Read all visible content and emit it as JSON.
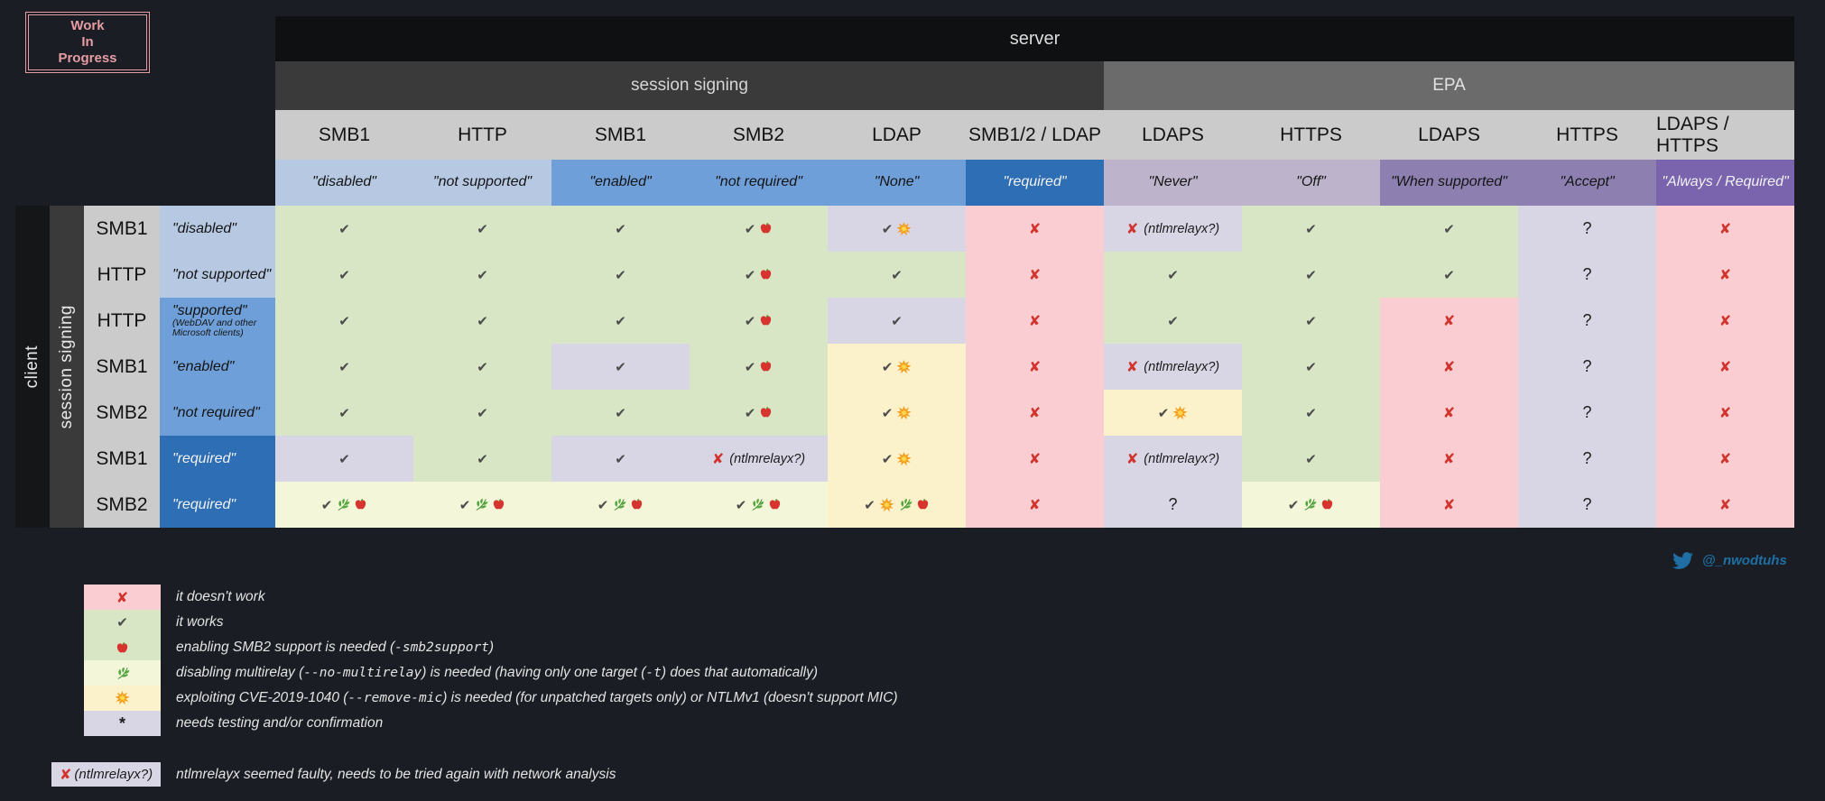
{
  "colors": {
    "page_bg": "#1a1e24",
    "header_black": "#0f1011",
    "group_dark": "#3a3a3a",
    "group_mid": "#6b6b6b",
    "proto_gray": "#cbcbcb",
    "client_black": "#141617",
    "blue_light": "#b7c9e2",
    "blue_mid": "#6f9fd8",
    "blue_dark": "#2e6eb5",
    "purple_light": "#bdb4cc",
    "purple_mid": "#8d80b0",
    "purple_dark": "#7b64ae",
    "ok": "#d8e6c6",
    "no": "#f9cdd1",
    "test": "#d8d5e5",
    "cve": "#fbf1ca",
    "multi": "#f3f6d8",
    "check": "#4c4c4c",
    "cross": "#d0342c",
    "wip": "#e79ca4",
    "twitter": "#1f6fa5",
    "text_light": "#e3e3e3"
  },
  "icons": {
    "check": "✔",
    "cross": "✘",
    "question": "?",
    "asterisk": "*"
  },
  "badge": {
    "lines": [
      "Work",
      "In",
      "Progress"
    ]
  },
  "chart_data": {
    "type": "table",
    "title": "server",
    "row_axis_labels": [
      "client",
      "session signing"
    ],
    "col_groups": [
      {
        "label": "session signing",
        "span": 6
      },
      {
        "label": "EPA",
        "span": 5
      }
    ],
    "columns": [
      {
        "protocol": "SMB1",
        "setting": "\"disabled\"",
        "tone": "blue_light"
      },
      {
        "protocol": "HTTP",
        "setting": "\"not supported\"",
        "tone": "blue_light"
      },
      {
        "protocol": "SMB1",
        "setting": "\"enabled\"",
        "tone": "blue_mid"
      },
      {
        "protocol": "SMB2",
        "setting": "\"not required\"",
        "tone": "blue_mid"
      },
      {
        "protocol": "LDAP",
        "setting": "\"None\"",
        "tone": "blue_mid"
      },
      {
        "protocol": "SMB1/2 / LDAP",
        "setting": "\"required\"",
        "tone": "blue_dark"
      },
      {
        "protocol": "LDAPS",
        "setting": "\"Never\"",
        "tone": "purple_light"
      },
      {
        "protocol": "HTTPS",
        "setting": "\"Off\"",
        "tone": "purple_light"
      },
      {
        "protocol": "LDAPS",
        "setting": "\"When supported\"",
        "tone": "purple_mid"
      },
      {
        "protocol": "HTTPS",
        "setting": "\"Accept\"",
        "tone": "purple_mid"
      },
      {
        "protocol": "LDAPS / HTTPS",
        "setting": "\"Always / Required\"",
        "tone": "purple_dark"
      }
    ],
    "rows": [
      {
        "protocol": "SMB1",
        "setting": "\"disabled\"",
        "tone": "blue_light",
        "cells": [
          {
            "bg": "ok",
            "marks": [
              "check"
            ]
          },
          {
            "bg": "ok",
            "marks": [
              "check"
            ]
          },
          {
            "bg": "ok",
            "marks": [
              "check"
            ]
          },
          {
            "bg": "ok",
            "marks": [
              "check",
              "apple"
            ]
          },
          {
            "bg": "test",
            "marks": [
              "check",
              "boom"
            ]
          },
          {
            "bg": "no",
            "marks": [
              "cross"
            ]
          },
          {
            "bg": "test",
            "marks": [
              "cross"
            ],
            "note": "(ntlmrelayx?)"
          },
          {
            "bg": "ok",
            "marks": [
              "check"
            ]
          },
          {
            "bg": "ok",
            "marks": [
              "check"
            ]
          },
          {
            "bg": "test",
            "marks": [
              "question"
            ]
          },
          {
            "bg": "no",
            "marks": [
              "cross"
            ]
          }
        ]
      },
      {
        "protocol": "HTTP",
        "setting": "\"not supported\"",
        "tone": "blue_light",
        "cells": [
          {
            "bg": "ok",
            "marks": [
              "check"
            ]
          },
          {
            "bg": "ok",
            "marks": [
              "check"
            ]
          },
          {
            "bg": "ok",
            "marks": [
              "check"
            ]
          },
          {
            "bg": "ok",
            "marks": [
              "check",
              "apple"
            ]
          },
          {
            "bg": "ok",
            "marks": [
              "check"
            ]
          },
          {
            "bg": "no",
            "marks": [
              "cross"
            ]
          },
          {
            "bg": "ok",
            "marks": [
              "check"
            ]
          },
          {
            "bg": "ok",
            "marks": [
              "check"
            ]
          },
          {
            "bg": "ok",
            "marks": [
              "check"
            ]
          },
          {
            "bg": "test",
            "marks": [
              "question"
            ]
          },
          {
            "bg": "no",
            "marks": [
              "cross"
            ]
          }
        ]
      },
      {
        "protocol": "HTTP",
        "setting": "\"supported\"",
        "sub": "(WebDAV and other Microsoft clients)",
        "tone": "blue_mid",
        "cells": [
          {
            "bg": "ok",
            "marks": [
              "check"
            ]
          },
          {
            "bg": "ok",
            "marks": [
              "check"
            ]
          },
          {
            "bg": "ok",
            "marks": [
              "check"
            ]
          },
          {
            "bg": "ok",
            "marks": [
              "check",
              "apple"
            ]
          },
          {
            "bg": "test",
            "marks": [
              "check"
            ]
          },
          {
            "bg": "no",
            "marks": [
              "cross"
            ]
          },
          {
            "bg": "ok",
            "marks": [
              "check"
            ]
          },
          {
            "bg": "ok",
            "marks": [
              "check"
            ]
          },
          {
            "bg": "no",
            "marks": [
              "cross"
            ]
          },
          {
            "bg": "test",
            "marks": [
              "question"
            ]
          },
          {
            "bg": "no",
            "marks": [
              "cross"
            ]
          }
        ]
      },
      {
        "protocol": "SMB1",
        "setting": "\"enabled\"",
        "tone": "blue_mid",
        "cells": [
          {
            "bg": "ok",
            "marks": [
              "check"
            ]
          },
          {
            "bg": "ok",
            "marks": [
              "check"
            ]
          },
          {
            "bg": "test",
            "marks": [
              "check"
            ]
          },
          {
            "bg": "ok",
            "marks": [
              "check",
              "apple"
            ]
          },
          {
            "bg": "cve",
            "marks": [
              "check",
              "boom"
            ]
          },
          {
            "bg": "no",
            "marks": [
              "cross"
            ]
          },
          {
            "bg": "test",
            "marks": [
              "cross"
            ],
            "note": "(ntlmrelayx?)"
          },
          {
            "bg": "ok",
            "marks": [
              "check"
            ]
          },
          {
            "bg": "no",
            "marks": [
              "cross"
            ]
          },
          {
            "bg": "test",
            "marks": [
              "question"
            ]
          },
          {
            "bg": "no",
            "marks": [
              "cross"
            ]
          }
        ]
      },
      {
        "protocol": "SMB2",
        "setting": "\"not required\"",
        "tone": "blue_mid",
        "cells": [
          {
            "bg": "ok",
            "marks": [
              "check"
            ]
          },
          {
            "bg": "ok",
            "marks": [
              "check"
            ]
          },
          {
            "bg": "ok",
            "marks": [
              "check"
            ]
          },
          {
            "bg": "ok",
            "marks": [
              "check",
              "apple"
            ]
          },
          {
            "bg": "cve",
            "marks": [
              "check",
              "boom"
            ]
          },
          {
            "bg": "no",
            "marks": [
              "cross"
            ]
          },
          {
            "bg": "cve",
            "marks": [
              "check",
              "boom"
            ]
          },
          {
            "bg": "ok",
            "marks": [
              "check"
            ]
          },
          {
            "bg": "no",
            "marks": [
              "cross"
            ]
          },
          {
            "bg": "test",
            "marks": [
              "question"
            ]
          },
          {
            "bg": "no",
            "marks": [
              "cross"
            ]
          }
        ]
      },
      {
        "protocol": "SMB1",
        "setting": "\"required\"",
        "tone": "blue_dark",
        "cells": [
          {
            "bg": "test",
            "marks": [
              "check"
            ]
          },
          {
            "bg": "ok",
            "marks": [
              "check"
            ]
          },
          {
            "bg": "test",
            "marks": [
              "check"
            ]
          },
          {
            "bg": "test",
            "marks": [
              "cross"
            ],
            "note": "(ntlmrelayx?)"
          },
          {
            "bg": "cve",
            "marks": [
              "check",
              "boom"
            ]
          },
          {
            "bg": "no",
            "marks": [
              "cross"
            ]
          },
          {
            "bg": "test",
            "marks": [
              "cross"
            ],
            "note": "(ntlmrelayx?)"
          },
          {
            "bg": "ok",
            "marks": [
              "check"
            ]
          },
          {
            "bg": "no",
            "marks": [
              "cross"
            ]
          },
          {
            "bg": "test",
            "marks": [
              "question"
            ]
          },
          {
            "bg": "no",
            "marks": [
              "cross"
            ]
          }
        ]
      },
      {
        "protocol": "SMB2",
        "setting": "\"required\"",
        "tone": "blue_dark",
        "cells": [
          {
            "bg": "multi",
            "marks": [
              "check",
              "herb",
              "apple"
            ]
          },
          {
            "bg": "multi",
            "marks": [
              "check",
              "herb",
              "apple"
            ]
          },
          {
            "bg": "multi",
            "marks": [
              "check",
              "herb",
              "apple"
            ]
          },
          {
            "bg": "multi",
            "marks": [
              "check",
              "herb",
              "apple"
            ]
          },
          {
            "bg": "cve",
            "marks": [
              "check",
              "boom",
              "herb",
              "apple"
            ]
          },
          {
            "bg": "no",
            "marks": [
              "cross"
            ]
          },
          {
            "bg": "test",
            "marks": [
              "question"
            ]
          },
          {
            "bg": "multi",
            "marks": [
              "check",
              "herb",
              "apple"
            ]
          },
          {
            "bg": "no",
            "marks": [
              "cross"
            ]
          },
          {
            "bg": "test",
            "marks": [
              "question"
            ]
          },
          {
            "bg": "no",
            "marks": [
              "cross"
            ]
          }
        ]
      }
    ],
    "legend": [
      {
        "swatch": "no",
        "icon": "cross",
        "segments": [
          {
            "t": "it doesn't work"
          }
        ]
      },
      {
        "swatch": "ok",
        "icon": "check",
        "segments": [
          {
            "t": "it works"
          }
        ]
      },
      {
        "swatch": "ok",
        "icon": "apple",
        "segments": [
          {
            "t": "enabling SMB2 support is needed ("
          },
          {
            "c": "-smb2support"
          },
          {
            "t": ")"
          }
        ]
      },
      {
        "swatch": "multi",
        "icon": "herb",
        "segments": [
          {
            "t": "disabling multirelay ("
          },
          {
            "c": "--no-multirelay"
          },
          {
            "t": ") is needed (having only one target ("
          },
          {
            "c": "-t"
          },
          {
            "t": ") does that automatically)"
          }
        ]
      },
      {
        "swatch": "cve",
        "icon": "boom",
        "segments": [
          {
            "t": "exploiting CVE-2019-1040 ("
          },
          {
            "c": "--remove-mic"
          },
          {
            "t": ") is needed (for unpatched targets only) or NTLMv1 (doesn't support MIC)"
          }
        ]
      },
      {
        "swatch": "test",
        "icon": "asterisk",
        "segments": [
          {
            "t": "needs testing and/or confirmation"
          }
        ]
      }
    ]
  },
  "footnote": {
    "chip_text": "(ntlmrelayx?)",
    "text": "ntlmrelayx seemed faulty, needs to be tried again with network analysis"
  },
  "twitter": {
    "handle": "@_nwodtuhs"
  }
}
